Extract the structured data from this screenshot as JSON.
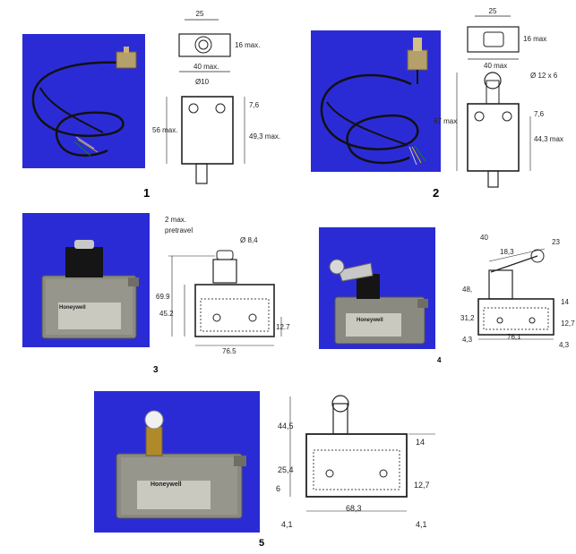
{
  "colors": {
    "photo_bg": "#2b2bd6",
    "housing": "#8a8a80",
    "cable": "#111111"
  },
  "items": [
    {
      "number": "1",
      "dims": {
        "top_width": "25",
        "top_height": "16 max.",
        "body_width": "40 max.",
        "diameter": "Ø10",
        "offset": "7,6",
        "height": "56 max.",
        "height2": "49,3 max."
      }
    },
    {
      "number": "2",
      "dims": {
        "top_width": "25",
        "top_height": "16 max",
        "body_width": "40 max",
        "diameter": "Ø 12 x 6",
        "offset": "7,6",
        "height": "67 max",
        "height2": "44,3 max"
      }
    },
    {
      "number": "3",
      "brand": "Honeywell",
      "dims": {
        "pretravel_1": "2 max.",
        "pretravel_2": "pretravel",
        "diameter": "Ø 8,4",
        "h1": "69.9",
        "h2": "45.2",
        "h3": "12.7",
        "width": "76.5"
      }
    },
    {
      "number": "4",
      "brand": "Honeywell",
      "dims": {
        "angle": "40",
        "d1": "18,3",
        "d2": "23",
        "d3": "14",
        "h1": "48,",
        "h2": "31,2",
        "h3": "12,7",
        "w": "76,1",
        "e1": "4,3",
        "e2": "4,3"
      }
    },
    {
      "number": "5",
      "brand": "Honeywell",
      "dims": {
        "h1": "44,5",
        "h2": "25,4",
        "h3": "6",
        "top": "14",
        "right": "12,7",
        "width": "68,3",
        "edge_l": "4,1",
        "edge_r": "4,1"
      }
    }
  ]
}
